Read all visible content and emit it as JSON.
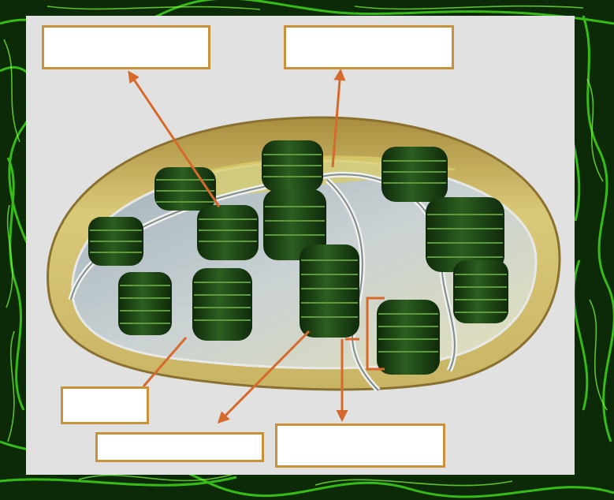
{
  "diagram": {
    "subject": "chloroplast",
    "labels": [
      {
        "id": "label-1",
        "text": ""
      },
      {
        "id": "label-2",
        "text": ""
      },
      {
        "id": "label-3",
        "text": ""
      },
      {
        "id": "label-4",
        "text": ""
      },
      {
        "id": "label-5",
        "text": ""
      }
    ]
  },
  "colors": {
    "background_green": "#2fae12",
    "panel_gray": "#e1e1e1",
    "box_border": "#c8923a",
    "arrow": "#d66a2c",
    "membrane_outer": "#c9b36a",
    "stroma_yellow": "#d8cd6a",
    "grana_dark": "#173b10",
    "grana_light": "#3f7a2a"
  }
}
